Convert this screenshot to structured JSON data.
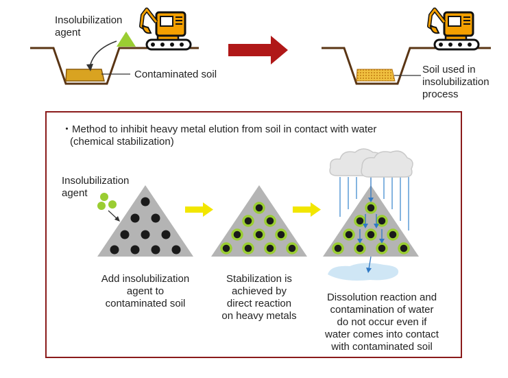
{
  "top": {
    "agent_label": [
      "Insolubilization",
      "agent"
    ],
    "contaminated_soil_label": "Contaminated soil",
    "treated_soil_label": [
      "Soil used in",
      "insolubilization",
      "process"
    ]
  },
  "panel": {
    "method_line1": "・Method to inhibit heavy metal elution from soil in contact with water",
    "method_line2": "(chemical stabilization)",
    "agent_label": [
      "Insolubilization",
      "agent"
    ],
    "step1_caption": [
      "Add insolubilization",
      "agent to",
      "contaminated soil"
    ],
    "step2_caption": [
      "Stabilization is",
      "achieved by",
      "direct reaction",
      "on heavy metals"
    ],
    "step3_caption": [
      "Dissolution reaction and",
      "contamination of water",
      "do not occur even if",
      "water comes into contact",
      "with contaminated soil"
    ]
  },
  "colors": {
    "panel_border": "#8a1a1a",
    "main_arrow": "#b01818",
    "step_arrow": "#f2e600",
    "soil": "#d9a321",
    "agent_green": "#9acd32",
    "heavy_metal": "#1a1a1a",
    "pile": "#b4b4b4",
    "excavator": "#f5a000",
    "rain": "#5a9bd5",
    "water_pool": "#cfe6f5"
  },
  "icons": [
    "excavator-icon",
    "cloud-icon",
    "rain-icon",
    "right-arrow-icon",
    "triangle-pile-icon",
    "green-agent-dot",
    "heavy-metal-dot"
  ]
}
